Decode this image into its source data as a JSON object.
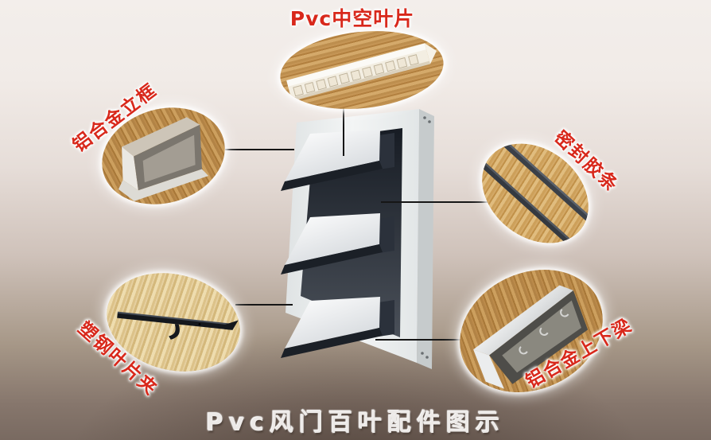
{
  "title": {
    "text": "Pvc风门百叶配件图示"
  },
  "labels": {
    "pvc_blade": "Pvc中空叶片",
    "frame": "铝合金立框",
    "seal": "密封胶条",
    "clip": "塑钢叶片夹",
    "beam": "铝合金上下梁"
  },
  "images": {
    "center": "louver-damper-product-photo",
    "callouts": [
      "pvc-hollow-blade-cross-section-photo",
      "aluminum-side-frame-profile-photo",
      "rubber-seal-strips-photo",
      "plastic-steel-blade-clip-photo",
      "aluminum-top-bottom-beam-profile-photo"
    ]
  },
  "colors": {
    "label_red": "#d8281b",
    "title_text": "#edeae8",
    "background_top": "#f3eeeb",
    "background_bottom": "#796a61",
    "connector_line": "#161616",
    "wood_medium": "#bd8e4e",
    "wood_light": "#e0c795",
    "frame_white": "#eef1f1",
    "blade_clip_dark": "#1b2027"
  }
}
